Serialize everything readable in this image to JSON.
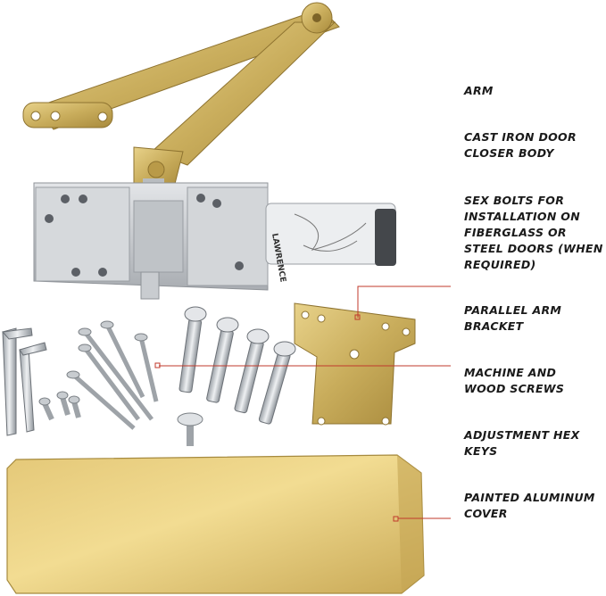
{
  "callouts": {
    "arm": "ARM",
    "body": "CAST IRON DOOR\nCLOSER BODY",
    "sex_bolts": "SEX BOLTS FOR\nINSTALLATION ON\nFIBERGLASS OR\nSTEEL DOORS (WHEN\nREQUIRED)",
    "bracket": "PARALLEL ARM\nBRACKET",
    "screws": "MACHINE AND\nWOOD SCREWS",
    "hex_keys": "ADJUSTMENT HEX\nKEYS",
    "cover": "PAINTED ALUMINUM\nCOVER"
  },
  "product": {
    "brand_mark": "LAWRENCE"
  },
  "colors": {
    "gold": "#c9ad5c",
    "silver": "#cfd2d6",
    "leader_line": "#c0392b",
    "text": "#1a1a1a"
  }
}
